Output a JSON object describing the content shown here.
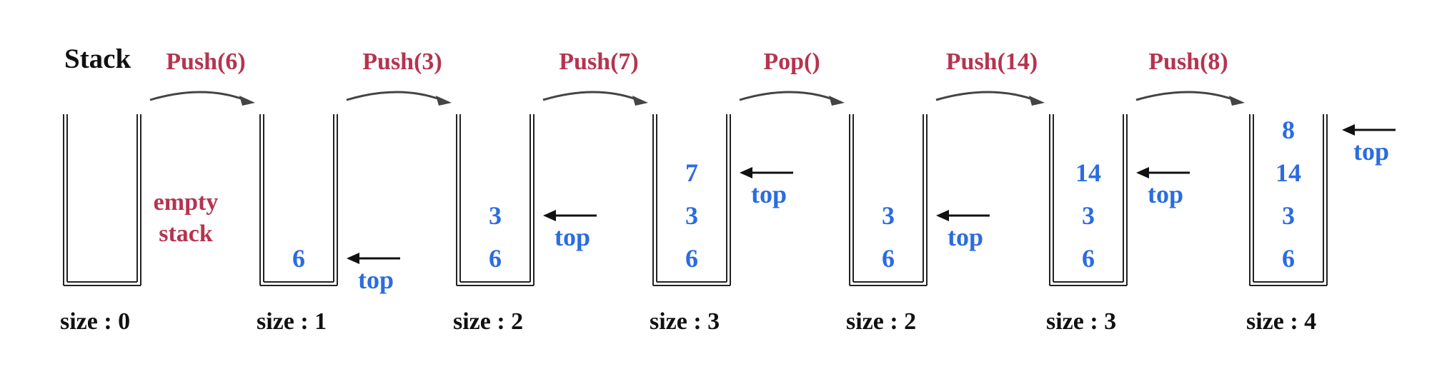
{
  "title": "Stack",
  "empty_label": [
    "empty",
    "stack"
  ],
  "operations": [
    "Push(6)",
    "Push(3)",
    "Push(7)",
    "Pop()",
    "Push(14)",
    "Push(8)"
  ],
  "stacks": [
    {
      "values": [],
      "size_label": "size : 0",
      "top_label": ""
    },
    {
      "values": [
        "6"
      ],
      "size_label": "size : 1",
      "top_label": "top"
    },
    {
      "values": [
        "3",
        "6"
      ],
      "size_label": "size : 2",
      "top_label": "top"
    },
    {
      "values": [
        "7",
        "3",
        "6"
      ],
      "size_label": "size : 3",
      "top_label": "top"
    },
    {
      "values": [
        "3",
        "6"
      ],
      "size_label": "size : 2",
      "top_label": "top"
    },
    {
      "values": [
        "14",
        "3",
        "6"
      ],
      "size_label": "size : 3",
      "top_label": "top"
    },
    {
      "values": [
        "8",
        "14",
        "3",
        "6"
      ],
      "size_label": "size : 4",
      "top_label": "top"
    }
  ],
  "colors": {
    "operation": "#b5344f",
    "value": "#2b6ce0",
    "container": "#222222"
  }
}
